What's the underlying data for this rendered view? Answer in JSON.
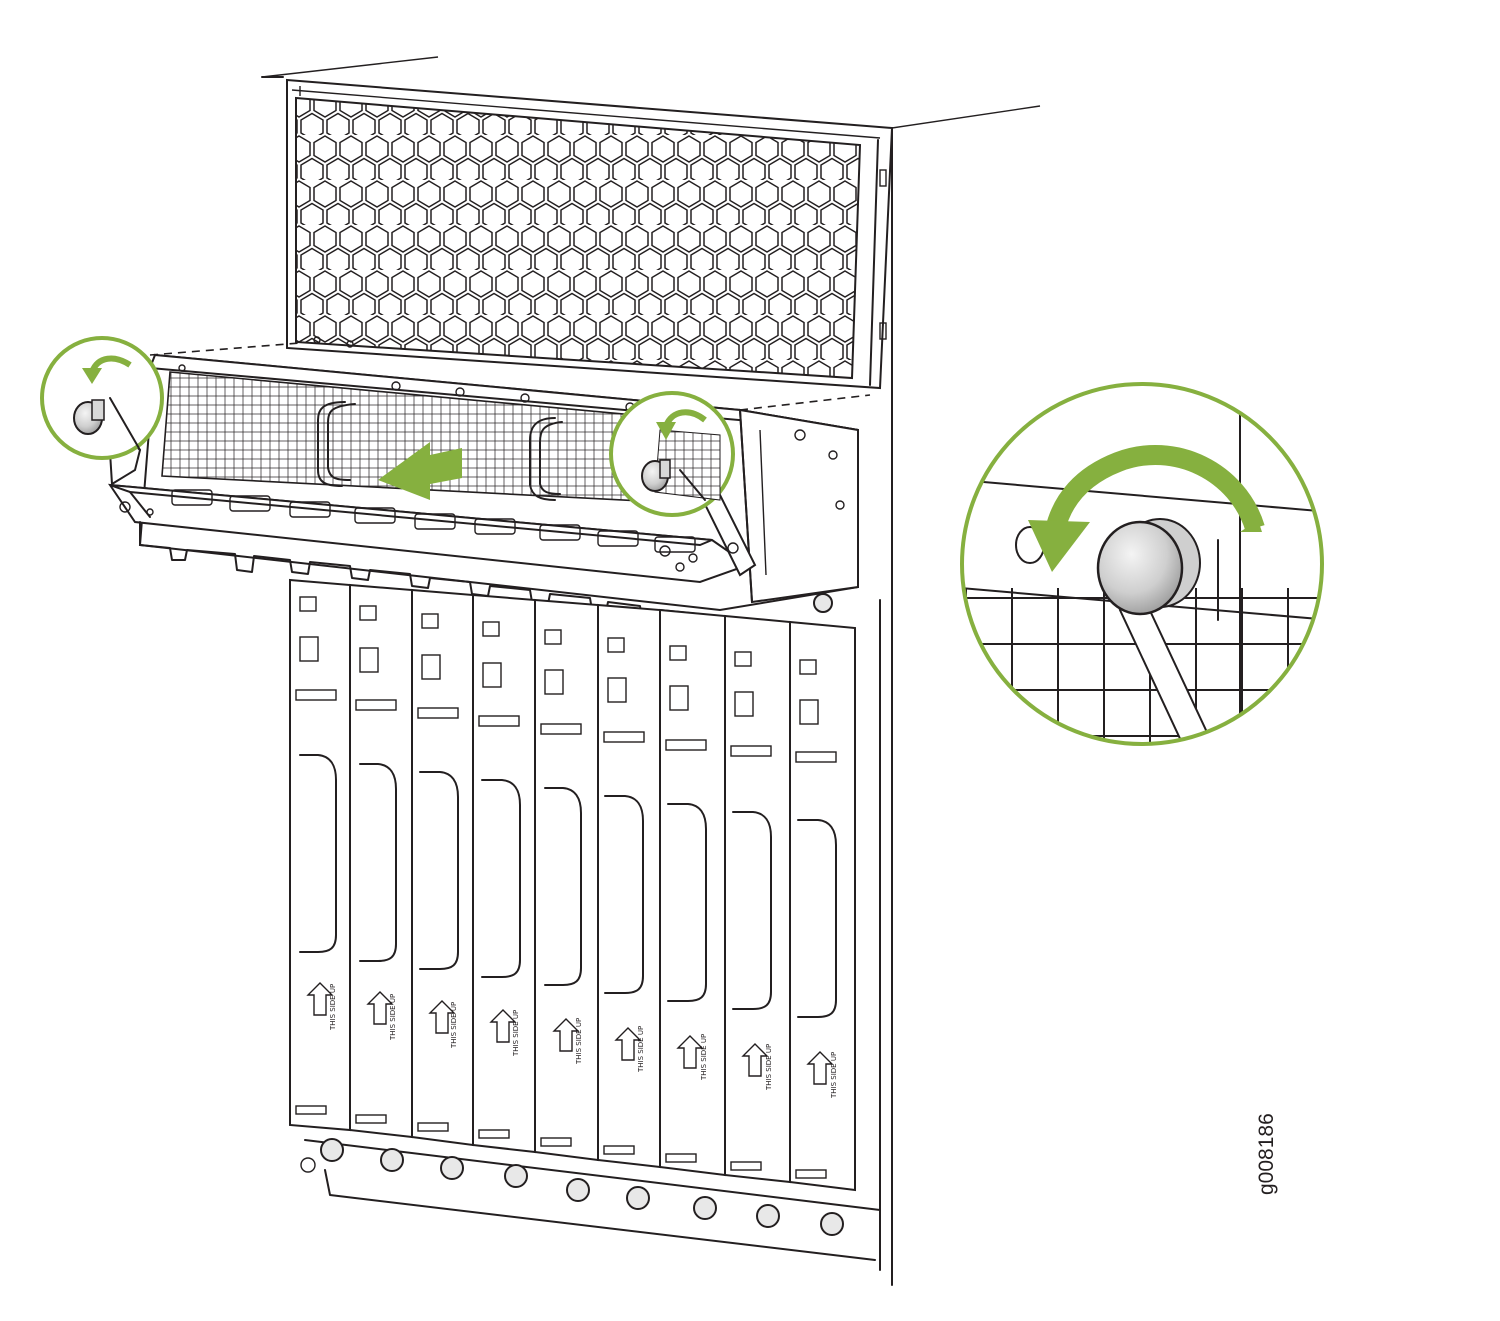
{
  "figure": {
    "id": "g008186",
    "card_label": "THIS SIDE UP",
    "card_count": 9,
    "accent_color": "#86b03f",
    "line_color": "#231f20"
  },
  "icons": {
    "pull_direction": "arrow-left-icon",
    "loosen_screw": "rotate-counterclockwise-icon",
    "captive_screw": "captive-screw-icon"
  }
}
